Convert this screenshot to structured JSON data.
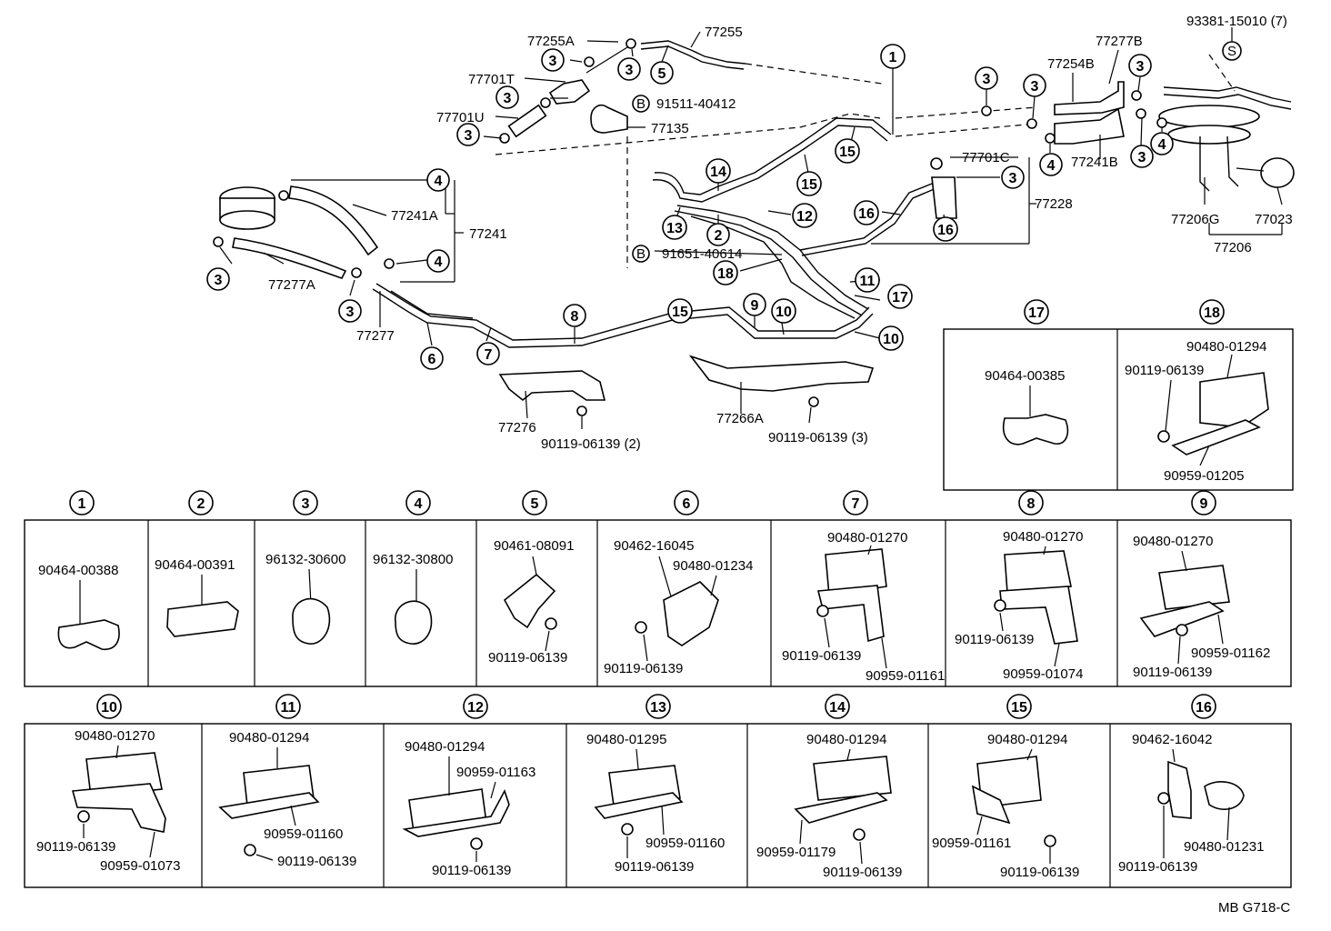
{
  "main_labels": {
    "p77255A": "77255A",
    "p77255": "77255",
    "p77701T": "77701T",
    "p77701U": "77701U",
    "p91511": "91511-40412",
    "p77135": "77135",
    "p93381": "93381-15010 (7)",
    "p77277B": "77277B",
    "p77254B": "77254B",
    "p77241B": "77241B",
    "p77701C": "77701C",
    "p77228": "77228",
    "p77241A": "77241A",
    "p77241": "77241",
    "p77277A": "77277A",
    "p77277": "77277",
    "p91651": "91651-40614",
    "p77206G": "77206G",
    "p77023": "77023",
    "p77206": "77206",
    "p77276": "77276",
    "p90119_2": "90119-06139 (2)",
    "p77266A": "77266A",
    "p90119_3": "90119-06139 (3)",
    "bsym1": "B",
    "bsym2": "B",
    "ssym": "S"
  },
  "callouts": {
    "c1": "1",
    "c2": "2",
    "c3": "3",
    "c4": "4",
    "c5": "5",
    "c6": "6",
    "c7": "7",
    "c8": "8",
    "c9": "9",
    "c10": "10",
    "c11": "11",
    "c12": "12",
    "c13": "13",
    "c14": "14",
    "c15": "15",
    "c16": "16",
    "c17": "17",
    "c18": "18"
  },
  "panels": {
    "p1": {
      "num": "1",
      "parts": [
        "90464-00388"
      ]
    },
    "p2": {
      "num": "2",
      "parts": [
        "90464-00391"
      ]
    },
    "p3": {
      "num": "3",
      "parts": [
        "96132-30600"
      ]
    },
    "p4": {
      "num": "4",
      "parts": [
        "96132-30800"
      ]
    },
    "p5": {
      "num": "5",
      "parts": [
        "90461-08091",
        "90119-06139"
      ]
    },
    "p6": {
      "num": "6",
      "parts": [
        "90462-16045",
        "90480-01234",
        "90119-06139"
      ]
    },
    "p7": {
      "num": "7",
      "parts": [
        "90480-01270",
        "90119-06139",
        "90959-01161"
      ]
    },
    "p8": {
      "num": "8",
      "parts": [
        "90480-01270",
        "90119-06139",
        "90959-01074"
      ]
    },
    "p9": {
      "num": "9",
      "parts": [
        "90480-01270",
        "90959-01162",
        "90119-06139"
      ]
    },
    "p10": {
      "num": "10",
      "parts": [
        "90480-01270",
        "90119-06139",
        "90959-01073"
      ]
    },
    "p11": {
      "num": "11",
      "parts": [
        "90480-01294",
        "90959-01160",
        "90119-06139"
      ]
    },
    "p12": {
      "num": "12",
      "parts": [
        "90480-01294",
        "90959-01163",
        "90119-06139"
      ]
    },
    "p13": {
      "num": "13",
      "parts": [
        "90480-01295",
        "90959-01160",
        "90119-06139"
      ]
    },
    "p14": {
      "num": "14",
      "parts": [
        "90480-01294",
        "90959-01179",
        "90119-06139"
      ]
    },
    "p15": {
      "num": "15",
      "parts": [
        "90480-01294",
        "90959-01161",
        "90119-06139"
      ]
    },
    "p16": {
      "num": "16",
      "parts": [
        "90462-16042",
        "90119-06139",
        "90480-01231"
      ]
    },
    "p17": {
      "num": "17",
      "parts": [
        "90464-00385"
      ]
    },
    "p18": {
      "num": "18",
      "parts": [
        "90480-01294",
        "90119-06139",
        "90959-01205"
      ]
    }
  },
  "footer_code": "MB G718-C"
}
